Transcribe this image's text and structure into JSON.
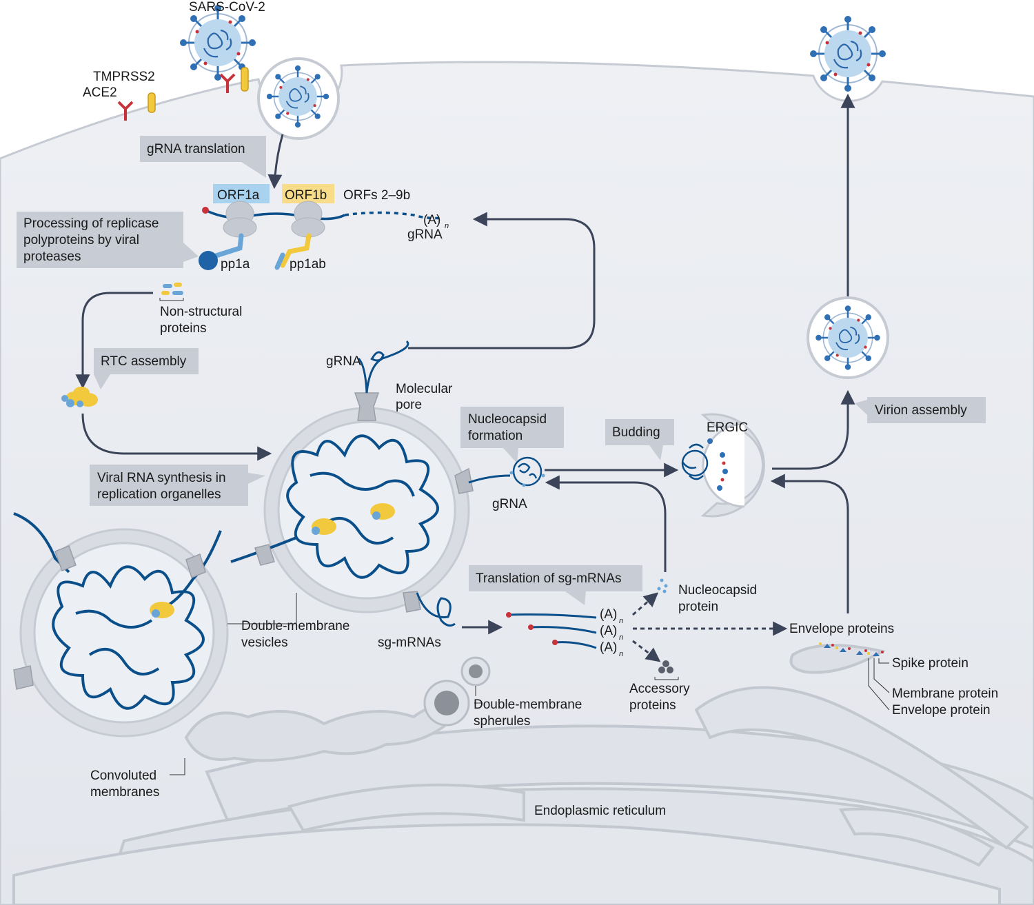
{
  "colors": {
    "cell_bg": "#e9ebf0",
    "membrane": "#c9ccd3",
    "membrane_edge": "#b5b9c2",
    "rna": "#0b4f8a",
    "label_box": "#c8ccd4",
    "arrow": "#3b4458",
    "orf1a": "#a9d2ee",
    "orf1b": "#f7dc8a",
    "yellow_protein": "#f2c83d",
    "blue_protein": "#6aa5d8",
    "spike_red": "#c8323a",
    "spike_blue": "#2f6fb3"
  },
  "labels": {
    "virus": "SARS-CoV-2",
    "tmprss2": "TMPRSS2",
    "ace2": "ACE2",
    "orf1a": "ORF1a",
    "orf1b": "ORF1b",
    "orfs_2_9b": "ORFs 2–9b",
    "poly_a": "(A)",
    "poly_a_sub": "n",
    "grna": "gRNA",
    "pp1a": "pp1a",
    "pp1ab": "pp1ab",
    "nsp_line1": "Non-structural",
    "nsp_line2": "proteins",
    "molecular_pore_line1": "Molecular",
    "molecular_pore_line2": "pore",
    "nucleocapsid_protein_line1": "Nucleocapsid",
    "nucleocapsid_protein_line2": "protein",
    "envelope_proteins": "Envelope proteins",
    "accessory_line1": "Accessory",
    "accessory_line2": "proteins",
    "spike_protein": "Spike protein",
    "membrane_protein": "Membrane protein",
    "envelope_protein": "Envelope protein",
    "ergic": "ERGIC",
    "dmv_line1": "Double-membrane",
    "dmv_line2": "vesicles",
    "sg_mrnas": "sg-mRNAs",
    "dms_line1": "Double-membrane",
    "dms_line2": "spherules",
    "convoluted_line1": "Convoluted",
    "convoluted_line2": "membranes",
    "er": "Endoplasmic reticulum"
  },
  "boxes": {
    "grna_translation": "gRNA translation",
    "processing_line1": "Processing of replicase",
    "processing_line2": "polyproteins by viral",
    "processing_line3": "proteases",
    "rtc_assembly": "RTC assembly",
    "viral_rna_line1": "Viral RNA synthesis in",
    "viral_rna_line2": "replication organelles",
    "nucleocapsid_line1": "Nucleocapsid",
    "nucleocapsid_line2": "formation",
    "budding": "Budding",
    "virion_assembly": "Virion assembly",
    "translation_sg": "Translation of sg-mRNAs"
  }
}
